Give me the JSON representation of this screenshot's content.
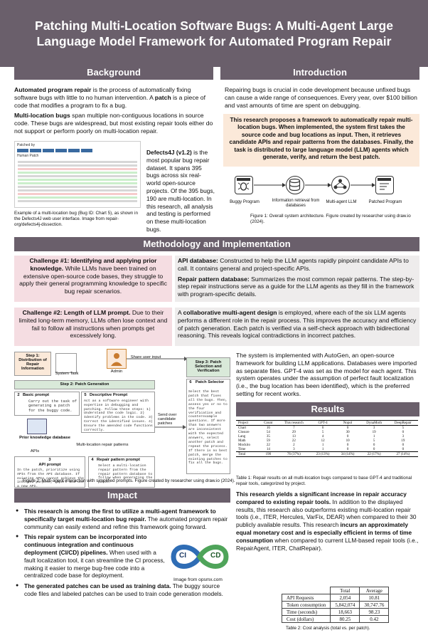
{
  "title": "Patching Multi-Location Software Bugs: A Multi-Agent Large Language Model Framework for Automated Program Repair",
  "sections": {
    "background": "Background",
    "introduction": "Introduction",
    "methodology": "Methodology and Implementation",
    "results": "Results",
    "impact": "Impact"
  },
  "background": {
    "p1_bold1": "Automated program repair",
    "p1_text1": " is the process of automatically fixing software bugs with little to no human intervention. A ",
    "p1_bold2": "patch",
    "p1_text2": " is a piece of code that modifies a program to fix a bug.",
    "p2_bold": "Multi-location bugs",
    "p2_text": " span multiple non-contiguous locations in source code. These bugs are widespread, but most existing repair tools either do not support or perform poorly on multi-location repair.",
    "screenshot_title": "Patched by",
    "screenshot_sub": "Human Patch",
    "defects_bold": "Defects4J (v1.2)",
    "defects_text": " is the most popular bug repair dataset. It spans 395 bugs across six real-world open-source projects. Of the 395 bugs, 190 are multi-location. In this research, all analysis and testing is performed on these multi-location bugs.",
    "caption": "Example of a multi-location bug (Bug ID: Chart 5), as shown in the Defects4J web user interface. Image from repair-org/defects4j-dissection."
  },
  "introduction": {
    "p1": "Repairing bugs is crucial in code development because unfixed bugs can cause a wide range of consequences. Every year, over $100 billion and vast amounts of time are spent on debugging.",
    "highlight": "This research proposes a framework to automatically repair multi-location bugs. When implemented, the system first takes the source code and bug locations as input. Then, it retrieves candidate APIs and repair patterns from the databases. Finally, the task is distributed to large language model (LLM) agents which generate, verify, and return the best patch.",
    "arch_labels": [
      "Buggy Program",
      "Information retrieval from databases",
      "Multi-agent LLM",
      "Patched Program"
    ],
    "caption": "Figure 1: Overall system architecture. Figure created by researcher using draw.io (2024)."
  },
  "methodology": {
    "c1_bold": "Challenge #1:  Identifying and applying prior knowledge.",
    "c1_text": " While LLMs have been trained on extensive open-source code bases, they struggle to apply their general programming knowledge to specific bug repair scenarios.",
    "api_bold": "API database:",
    "api_text": " Constructed to help the LLM agents rapidly pinpoint candidate APIs to call. It contains general and project-specific APIs.",
    "rp_bold": "Repair pattern database:",
    "rp_text": " Summarizes the most common repair patterns. The step-by-step repair instructions serve as a guide for the LLM agents as they fill in the framework with program-specific details.",
    "c2_bold": "Challenge #2:  Length of LLM prompt.",
    "c2_text": " Due to their limited long-term memory, LLMs often lose context and fail to follow all instructions when prompts get excessively long.",
    "collab_pre": "A ",
    "collab_bold": "collaborative multi-agent design",
    "collab_text": " is employed, where each of the six LLM agents performs a different role in the repair process. This improves the accuracy and efficiency of patch generation. Each patch is verified via a self-check approach with bidirectional reasoning. This reveals logical contradictions in incorrect patches.",
    "impl_text": "The system is implemented with AutoGen, an open-source framework for building LLM applications. Databases were imported as separate files. GPT-4 was set as the model for each agent. This system operates under the assumption of perfect fault localization (i.e., the bug location has been identified), which is the preferred setting for recent works.",
    "diagram": {
      "step1": "Step 1: Distribution of Repair Information",
      "system_task": "System Task",
      "admin": "Admin",
      "share_input": "Share user input",
      "step2": "Step 2: Patch Generation",
      "basic_prompt": "Basic prompt",
      "basic_text": "Carry out the task of generating a patch for the buggy code.",
      "desc_prompt": "Descriptive Prompt",
      "desc_text": "Act as a software engineer with expertise in debugging and patching. Follow these steps: 1) Understand the code logic. 2) Identify problems in the code. 3) Correct the identified issues. 4) Ensure the amended code functions correctly.",
      "prior_db": "Prior knowledge database",
      "mlrp": "Multi-location repair patterns",
      "apis": "APIs",
      "api_prompt": "API prompt",
      "api_prompt_text": "In the patch, prioritize using APIs from the API database. If existing APIs cannot achieve the intended purpose, import and use a new API.",
      "rp_prompt": "Repair pattern prompt",
      "rp_prompt_text": "Select a multi-location repair pattern from the repair pattern database to follow when generating the patch.",
      "send_over": "Send over candidate patches",
      "step3": "Step 3: Patch Selection and Verification",
      "patch_selector": "Patch Selector",
      "selector_text": "Select the best patch that fixes all the bugs. Then, assess yes or no to the four verification and counterexample questions. If more than two answers are inconsistent with the expected answers, select another patch and repeat the process. If there is no best patch, merge the existing patches to fix all the bugs.",
      "num_basic": "2",
      "num_desc": "5",
      "num_api": "3",
      "num_rp": "4",
      "num_sel": "6"
    },
    "caption2": "Figure 2: Multi-agent interaction with simplified prompts. Figure created by researcher using draw.io (2024)."
  },
  "results": {
    "table1": {
      "headers": [
        "Project",
        "Count",
        "This research",
        "GPT-4",
        "Nopol",
        "DynaMoth",
        "DeepRepair"
      ],
      "rows": [
        [
          "Chart",
          "16",
          "7",
          "0",
          "0",
          "3",
          "5"
        ],
        [
          "Closure",
          "54",
          "29",
          "5",
          "30",
          "19",
          "0"
        ],
        [
          "Lang",
          "35",
          "13",
          "4",
          "0",
          "1",
          "3"
        ],
        [
          "Math",
          "59",
          "22",
          "12",
          "10",
          "5",
          "19"
        ],
        [
          "Mockito",
          "22",
          "2",
          "1",
          "0",
          "0",
          "0"
        ],
        [
          "Time",
          "14",
          "3",
          "1",
          "0",
          "0",
          "0"
        ]
      ],
      "total": [
        "Total",
        "190",
        "76 (37%)",
        "23 (13%)",
        "34 (14%)",
        "22 (17%)",
        "27 (14%)"
      ],
      "caption": "Table 1: Repair results on all multi-location bugs compared to base GPT-4 and traditional repair tools, categorized by project."
    },
    "p1_bold": "This research yields a significant increase in repair accuracy compared to existing repair tools.",
    "p1_text": " In addition to the displayed results, this research also outperforms existing multi-location repair tools (i.e., ITER, Hercules, VarFix, DEAR) when compared to their 30 publicly available results. This research ",
    "p1_bold2": "incurs an approximately equal monetary cost and is especially efficient in terms of time consumption",
    "p1_text2": " when compared to current LLM-based repair tools (i.e., RepairAgent, ITER, ChatRepair).",
    "table2": {
      "headers": [
        "",
        "Total",
        "Average"
      ],
      "rows": [
        [
          "API Requests",
          "2,054",
          "10.81"
        ],
        [
          "Token consumption",
          "5,842,074",
          "30,747.76"
        ],
        [
          "Time (seconds)",
          "18,663",
          "98.23"
        ],
        [
          "Cost (dollars)",
          "80.25",
          "0.42"
        ]
      ],
      "caption": "Table 2: Cost analysis (total vs. per patch)."
    }
  },
  "impact": {
    "b1_bold": "This research is among the first to utilize a multi-agent framework to specifically target multi-location bug repair.",
    "b1_text": " The automated program repair community can easily extend and refine this framework going forward.",
    "b2_bold": "This repair system can be incorporated into continuous integration and continuous deployment (CI/CD) pipelines.",
    "b2_text": " When used with a fault localization tool, it can streamline the CI process, making it easier to merge bug-free code into a centralized code base for deployment.",
    "b3_bold": "The generated patches can be used as training data.",
    "b3_text": " The buggy source code files and labeled patches can be used to train code generation models.",
    "ci": "CI",
    "cd": "CD",
    "img_caption": "Image from opsmx.com"
  }
}
